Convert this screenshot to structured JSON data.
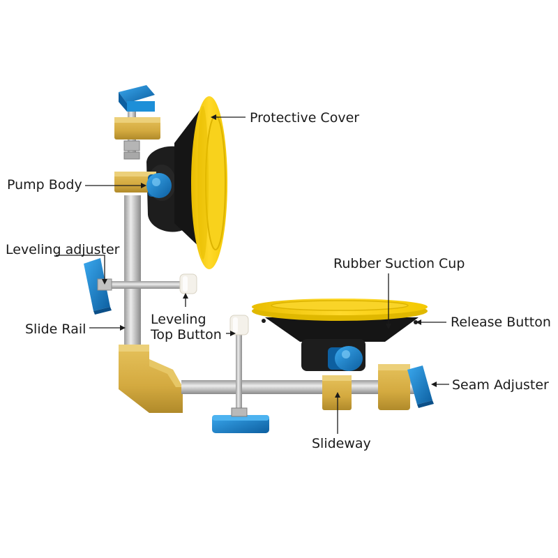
{
  "labels": {
    "protective_cover": "Protective Cover",
    "pump_body": "Pump Body",
    "leveling_adjuster": "Leveling adjuster",
    "rubber_suction_cup": "Rubber Suction Cup",
    "release_button": "Release Button",
    "slide_rail": "Slide Rail",
    "leveling_top_button_line1": "Leveling",
    "leveling_top_button_line2": "Top Button",
    "seam_adjuster": "Seam Adjuster",
    "slideway": "Slideway"
  },
  "colors": {
    "background": "#ffffff",
    "gold": "#d8b24a",
    "gold_dark": "#b08a2a",
    "steel": "#c9c9c9",
    "steel_dark": "#8f8f8f",
    "yellow_cover": "#f7d21b",
    "yellow_dark": "#e0b800",
    "black_cup": "#1d1d1d",
    "blue_knob": "#1d8fd8",
    "blue_dark": "#0d5fa0",
    "white_knob": "#f4f1ea"
  }
}
